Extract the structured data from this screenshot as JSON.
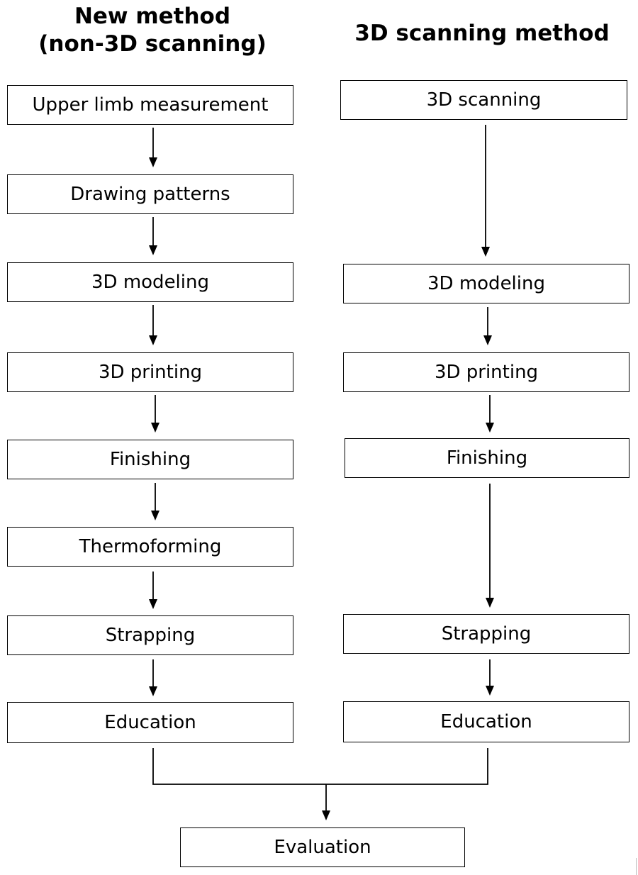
{
  "titles": {
    "left_line1": "New method",
    "left_line2": "(non-3D scanning)",
    "right": "3D scanning method"
  },
  "left_steps": [
    "Upper limb measurement",
    "Drawing patterns",
    "3D modeling",
    "3D printing",
    "Finishing",
    "Thermoforming",
    "Strapping",
    "Education"
  ],
  "right_steps": [
    "3D scanning",
    "3D modeling",
    "3D printing",
    "Finishing",
    "Strapping",
    "Education"
  ],
  "final_step": "Evaluation"
}
